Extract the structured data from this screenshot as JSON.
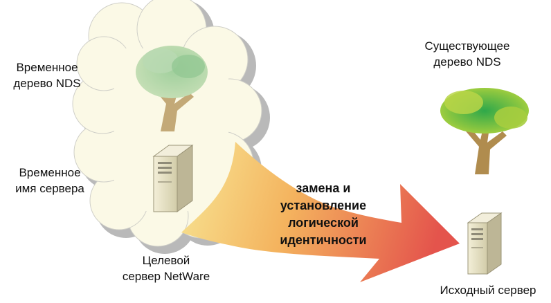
{
  "labels": {
    "temp_tree": [
      "Временное",
      "дерево NDS"
    ],
    "temp_server_name": [
      "Временное",
      "имя сервера"
    ],
    "target_server": [
      "Целевой",
      "сервер NetWare"
    ],
    "existing_tree": [
      "Существующее",
      "дерево NDS"
    ],
    "source_server": "Исходный сервер",
    "arrow_text": [
      "замена и",
      "установление",
      "логической",
      "идентичности"
    ]
  },
  "colors": {
    "cloud_fill": "#fbf9e6",
    "cloud_shadow": "#bdbdbd",
    "arrow_start": "#f6e08a",
    "arrow_end": "#e8564b",
    "tree_foliage": "#57b44a",
    "tree_trunk": "#b59255",
    "server_body": "#e8e3c9"
  },
  "icons": [
    "cloud-shape",
    "tree-icon",
    "server-icon",
    "arrow-shape"
  ]
}
